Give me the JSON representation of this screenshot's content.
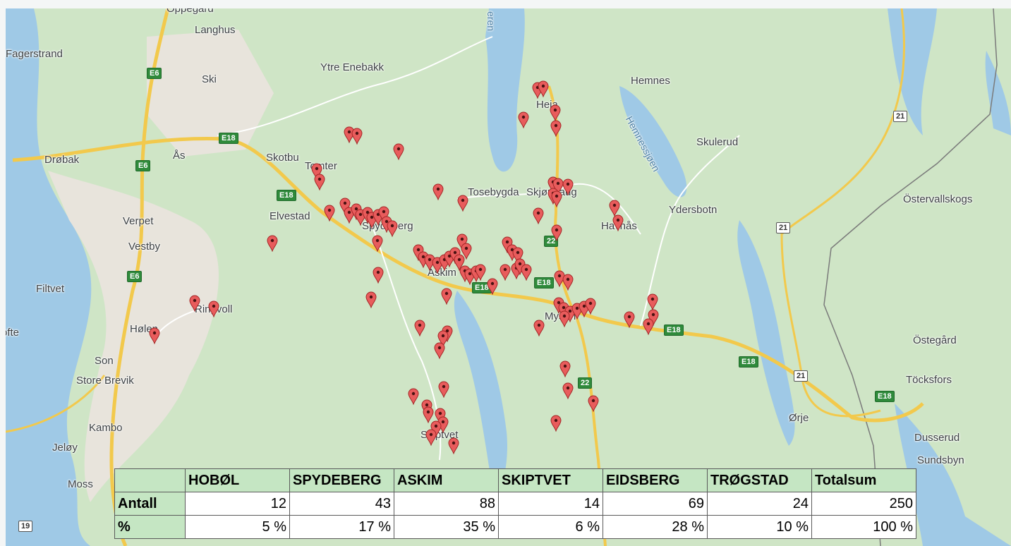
{
  "places": [
    {
      "id": "oppegard",
      "label": "Oppegard"
    },
    {
      "id": "langhus",
      "label": "Langhus"
    },
    {
      "id": "fagerstrand",
      "label": "Fagerstrand"
    },
    {
      "id": "ski",
      "label": "Ski"
    },
    {
      "id": "ytre-enebakk",
      "label": "Ytre Enebakk"
    },
    {
      "id": "hemnes",
      "label": "Hemnes"
    },
    {
      "id": "heia",
      "label": "Heia"
    },
    {
      "id": "drobak",
      "label": "Drøbak"
    },
    {
      "id": "as",
      "label": "Ås"
    },
    {
      "id": "skotbu",
      "label": "Skotbu"
    },
    {
      "id": "tomter",
      "label": "Tomter"
    },
    {
      "id": "tosebygda",
      "label": "Tosebygda"
    },
    {
      "id": "skjonhaug",
      "label": "Skjønhaug"
    },
    {
      "id": "skulerud",
      "label": "Skulerud"
    },
    {
      "id": "elvestad",
      "label": "Elvestad"
    },
    {
      "id": "verpet",
      "label": "Verpet"
    },
    {
      "id": "spydeberg",
      "label": "Spydeberg"
    },
    {
      "id": "havnas",
      "label": "Havnås"
    },
    {
      "id": "ydersbotn",
      "label": "Ydersbotn"
    },
    {
      "id": "ostervallskogs",
      "label": "Östervallskogs"
    },
    {
      "id": "vestby",
      "label": "Vestby"
    },
    {
      "id": "askim",
      "label": "Askim"
    },
    {
      "id": "filtvet",
      "label": "Filtvet"
    },
    {
      "id": "ringvoll",
      "label": "Ringvoll"
    },
    {
      "id": "mysen",
      "label": "Mysen"
    },
    {
      "id": "hoflofte",
      "label": "ofte"
    },
    {
      "id": "holen",
      "label": "Hølen"
    },
    {
      "id": "ostegard",
      "label": "Östegård"
    },
    {
      "id": "son",
      "label": "Son"
    },
    {
      "id": "store-brevik",
      "label": "Store Brevik"
    },
    {
      "id": "tocksfors",
      "label": "Töcksfors"
    },
    {
      "id": "orje",
      "label": "Ørje"
    },
    {
      "id": "kambo",
      "label": "Kambo"
    },
    {
      "id": "skiptvet",
      "label": "Skiptvet"
    },
    {
      "id": "jeloy",
      "label": "Jeløy"
    },
    {
      "id": "dusserud",
      "label": "Dusserud"
    },
    {
      "id": "sundsbyn",
      "label": "Sundsbyn"
    },
    {
      "id": "moss",
      "label": "Moss"
    }
  ],
  "water_labels": [
    {
      "id": "oyeren",
      "label": "eren"
    },
    {
      "id": "hemnessjoen",
      "label": "Hemnessjøen"
    }
  ],
  "road_shields": [
    {
      "id": "e6-a",
      "label": "E6"
    },
    {
      "id": "e6-b",
      "label": "E6"
    },
    {
      "id": "e6-c",
      "label": "E6"
    },
    {
      "id": "e18-a",
      "label": "E18"
    },
    {
      "id": "e18-b",
      "label": "E18"
    },
    {
      "id": "e18-c",
      "label": "E18"
    },
    {
      "id": "e18-d",
      "label": "E18"
    },
    {
      "id": "e18-e",
      "label": "E18"
    },
    {
      "id": "e18-f",
      "label": "E18"
    },
    {
      "id": "e18-g",
      "label": "E18"
    },
    {
      "id": "r22-a",
      "label": "22"
    },
    {
      "id": "r22-b",
      "label": "22"
    },
    {
      "id": "r21-a",
      "label": "21"
    },
    {
      "id": "r21-b",
      "label": "21"
    },
    {
      "id": "r21-c",
      "label": "21"
    },
    {
      "id": "r19",
      "label": "19"
    }
  ],
  "marker_style": {
    "fill": "#e85c5c",
    "stroke": "#a32626",
    "dot": "#4a1212"
  },
  "colors": {
    "land": "#cfe5c6",
    "water": "#9fc9e6",
    "motorway": "#f2c94c",
    "urban": "#e8e4dc",
    "table_header": "#c5e6c3"
  },
  "table": {
    "columns": [
      "",
      "HOBØL",
      "SPYDEBERG",
      "ASKIM",
      "SKIPTVET",
      "EIDSBERG",
      "TRØGSTAD",
      "Totalsum"
    ],
    "rows": [
      {
        "label": "Antall",
        "values": [
          "12",
          "43",
          "88",
          "14",
          "69",
          "24",
          "250"
        ]
      },
      {
        "label": "%",
        "values": [
          "5 %",
          "17 %",
          "35 %",
          "6 %",
          "28 %",
          "10 %",
          "100 %"
        ]
      }
    ]
  }
}
